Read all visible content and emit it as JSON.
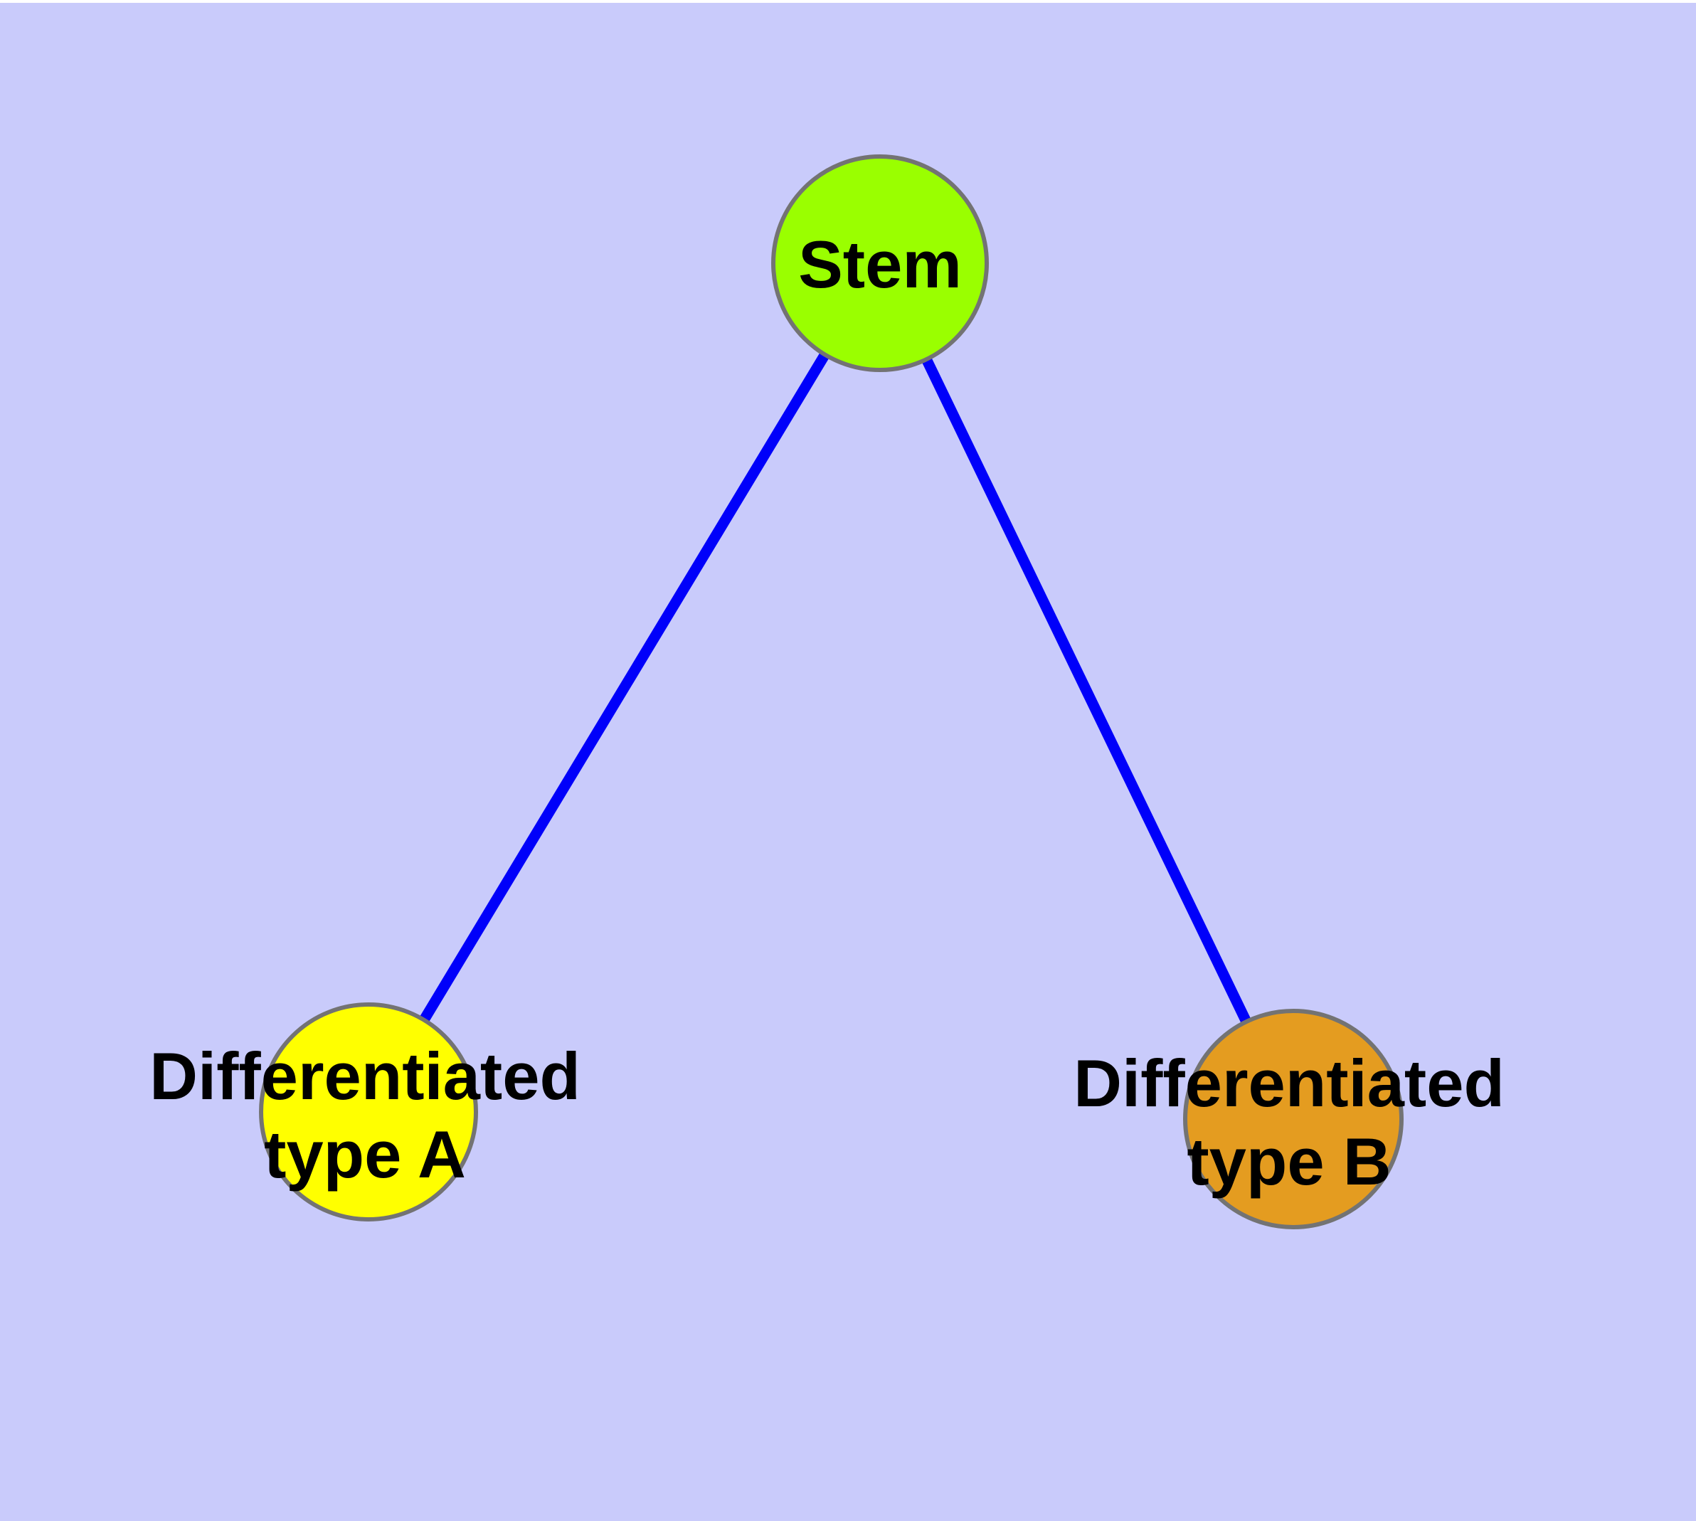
{
  "diagram": {
    "background_color": "#C9CBFB",
    "top_strip_color": "#FFFFFF",
    "edge_color": "#0000FA",
    "node_border_color": "#737373",
    "label_color": "#000000",
    "nodes": {
      "stem": {
        "label": "Stem",
        "fill": "#9AFF00"
      },
      "type_a": {
        "label_line1": "Differentiated",
        "label_line2": "type A",
        "fill": "#FFFF00"
      },
      "type_b": {
        "label_line1": "Differentiated",
        "label_line2": "type B",
        "fill": "#E49C20"
      }
    },
    "edges": [
      {
        "from": "stem",
        "to": "type_a"
      },
      {
        "from": "stem",
        "to": "type_b"
      }
    ]
  }
}
